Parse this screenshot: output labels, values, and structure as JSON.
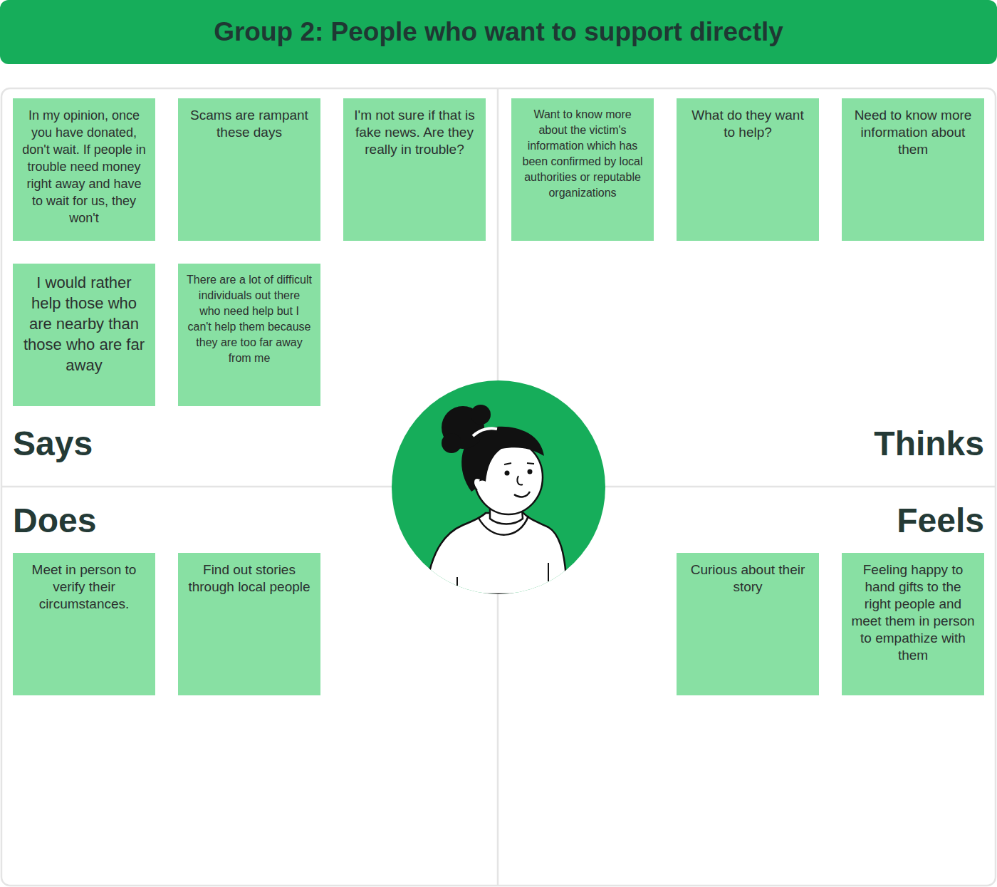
{
  "diagram": {
    "title": "Group 2: People who want to support directly",
    "nodes": [
      {
        "text": [
          "Says"
        ]
      },
      {
        "text": [
          "In my opinion, once you have donated, don't wait. If people in trouble need money right away and have to wait for us, they won't"
        ],
        "in": 0
      },
      {
        "text": [
          "Scams are rampant these days"
        ],
        "in": 0
      },
      {
        "text": [
          "I'm not sure if that is fake news. Are they really in trouble?"
        ],
        "in": 0
      },
      {
        "text": [
          "I would rather help those who are nearby than those who are far away"
        ],
        "in": 0
      },
      {
        "text": [
          "There are a lot of difficult individuals out there who need help but I can't help them because they are too far away from me"
        ],
        "in": 0
      },
      {
        "text": [
          "Thinks"
        ]
      },
      {
        "text": [
          "Want to know more about the victim's information which has been confirmed by local authorities or reputable organizations"
        ],
        "in": 6
      },
      {
        "text": [
          "What do they want to help?"
        ],
        "in": 6
      },
      {
        "text": [
          "Need to know more information about them"
        ],
        "in": 6
      },
      {
        "text": [
          "Does"
        ]
      },
      {
        "text": [
          "Meet in person to verify their circumstances."
        ],
        "in": 10
      },
      {
        "text": [
          "Find out stories through local people"
        ],
        "in": 10
      },
      {
        "text": [
          "Feels"
        ]
      },
      {
        "text": [
          "Curious about their story"
        ],
        "in": 13
      },
      {
        "text": [
          "Feeling happy to hand gifts to the right people and meet them in person to empathize with them"
        ],
        "in": 13
      }
    ]
  }
}
